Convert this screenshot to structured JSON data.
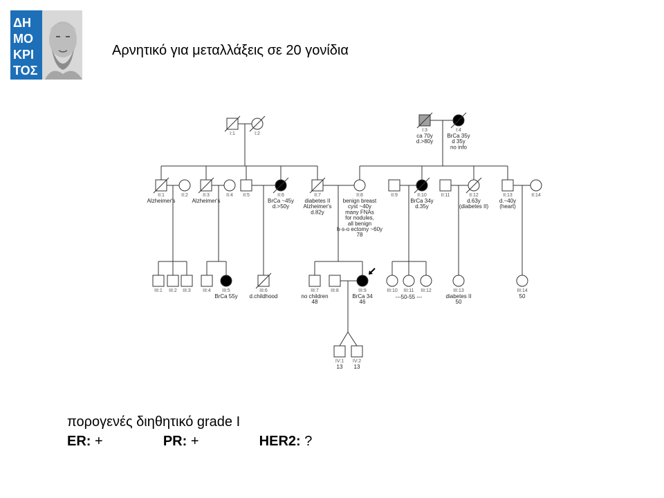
{
  "logo": {
    "text": "ΔΗΜΟΚΡΙΤΟΣ",
    "colors": {
      "blue": "#1d6fb8",
      "white": "#ffffff"
    }
  },
  "title": "Αρνητικό για μεταλλάξεις σε 20 γονίδια",
  "pedigree": {
    "legend_colors": {
      "affected": "#000000",
      "carrier_shaded": "#a0a0a0",
      "line": "#333333"
    },
    "generation_I": [
      {
        "id": "I:1",
        "sex": "male",
        "deceased": true,
        "affected": false,
        "notes": []
      },
      {
        "id": "I:2",
        "sex": "female",
        "deceased": true,
        "affected": false,
        "notes": []
      },
      {
        "id": "I:3",
        "sex": "male",
        "deceased": true,
        "affected": "shaded",
        "notes": [
          "ca 70y",
          "d.>80y"
        ]
      },
      {
        "id": "I:4",
        "sex": "female",
        "deceased": true,
        "affected": true,
        "notes": [
          "BrCa 35y",
          "d 35y",
          "no info"
        ]
      }
    ],
    "generation_II": [
      {
        "id": "II:1",
        "sex": "male",
        "deceased": true,
        "affected": false,
        "notes": [
          "Alzheimer's"
        ]
      },
      {
        "id": "II:2",
        "sex": "female",
        "deceased": false,
        "affected": false,
        "notes": []
      },
      {
        "id": "II:3",
        "sex": "male",
        "deceased": true,
        "affected": false,
        "notes": [
          "Alzheimer's"
        ]
      },
      {
        "id": "II:4",
        "sex": "female",
        "deceased": false,
        "affected": false,
        "notes": []
      },
      {
        "id": "II:5",
        "sex": "male",
        "deceased": false,
        "affected": false,
        "notes": []
      },
      {
        "id": "II:6",
        "sex": "female",
        "deceased": true,
        "affected": true,
        "notes": [
          "BrCa ~45y",
          "d.>50y"
        ]
      },
      {
        "id": "II:7",
        "sex": "male",
        "deceased": true,
        "affected": false,
        "notes": [
          "diabetes II",
          "Alzheimer's",
          "d.82y"
        ]
      },
      {
        "id": "II:8",
        "sex": "female",
        "deceased": false,
        "affected": false,
        "notes": [
          "benign breast",
          "cyst ~40y",
          "many FNAs",
          "for nodules,",
          "all benign",
          "h-s-o ectomy ~60y",
          "78"
        ]
      },
      {
        "id": "II:9",
        "sex": "male",
        "deceased": false,
        "affected": false,
        "notes": []
      },
      {
        "id": "II:10",
        "sex": "female",
        "deceased": true,
        "affected": true,
        "notes": [
          "BrCa 34y",
          "d.35y"
        ]
      },
      {
        "id": "II:11",
        "sex": "male",
        "deceased": false,
        "affected": false,
        "notes": []
      },
      {
        "id": "II:12",
        "sex": "female",
        "deceased": true,
        "affected": false,
        "notes": [
          "d.63y",
          "(diabetes II)"
        ]
      },
      {
        "id": "II:13",
        "sex": "male",
        "deceased": false,
        "affected": false,
        "notes": [
          "d.~40y",
          "(heart)"
        ]
      },
      {
        "id": "II:14",
        "sex": "female",
        "deceased": false,
        "affected": false,
        "notes": []
      }
    ],
    "generation_III": [
      {
        "id": "III:1",
        "sex": "male",
        "deceased": false,
        "affected": false,
        "notes": []
      },
      {
        "id": "III:2",
        "sex": "male",
        "deceased": false,
        "affected": false,
        "notes": []
      },
      {
        "id": "III:3",
        "sex": "male",
        "deceased": false,
        "affected": false,
        "notes": []
      },
      {
        "id": "III:4",
        "sex": "male",
        "deceased": false,
        "affected": false,
        "notes": []
      },
      {
        "id": "III:5",
        "sex": "female",
        "deceased": false,
        "affected": true,
        "notes": [
          "BrCa 55y"
        ]
      },
      {
        "id": "III:6",
        "sex": "male",
        "deceased": true,
        "affected": false,
        "notes": [
          "d.childhood"
        ]
      },
      {
        "id": "III:7",
        "sex": "male",
        "deceased": false,
        "affected": false,
        "notes": [
          "no children",
          "48"
        ]
      },
      {
        "id": "III:8",
        "sex": "male",
        "deceased": false,
        "affected": false,
        "notes": []
      },
      {
        "id": "III:9",
        "sex": "female",
        "deceased": false,
        "affected": true,
        "proband": true,
        "notes": [
          "BrCa 34",
          "46"
        ]
      },
      {
        "id": "III:10",
        "sex": "female",
        "deceased": false,
        "affected": false,
        "notes": []
      },
      {
        "id": "III:11",
        "sex": "female",
        "deceased": false,
        "affected": false,
        "notes": []
      },
      {
        "id": "III:12",
        "sex": "female",
        "deceased": false,
        "affected": false,
        "notes": []
      },
      {
        "id": "III:13",
        "sex": "female",
        "deceased": false,
        "affected": false,
        "notes": [
          "diabetes II",
          "50"
        ]
      },
      {
        "id": "III:14",
        "sex": "female",
        "deceased": false,
        "affected": false,
        "notes": [
          "50"
        ]
      }
    ],
    "group_note_III_10_12": "---50-55 ---",
    "generation_IV": [
      {
        "id": "IV:1",
        "sex": "male",
        "deceased": false,
        "affected": false,
        "notes": [
          "13"
        ]
      },
      {
        "id": "IV:2",
        "sex": "male",
        "deceased": false,
        "affected": false,
        "notes": [
          "13"
        ]
      }
    ]
  },
  "notes": {
    "line1": "πορογενές διηθητικό grade I",
    "er_label": "ER:",
    "er_value": "+",
    "pr_label": "PR:",
    "pr_value": "+",
    "her2_label": "HER2:",
    "her2_value": "?"
  }
}
